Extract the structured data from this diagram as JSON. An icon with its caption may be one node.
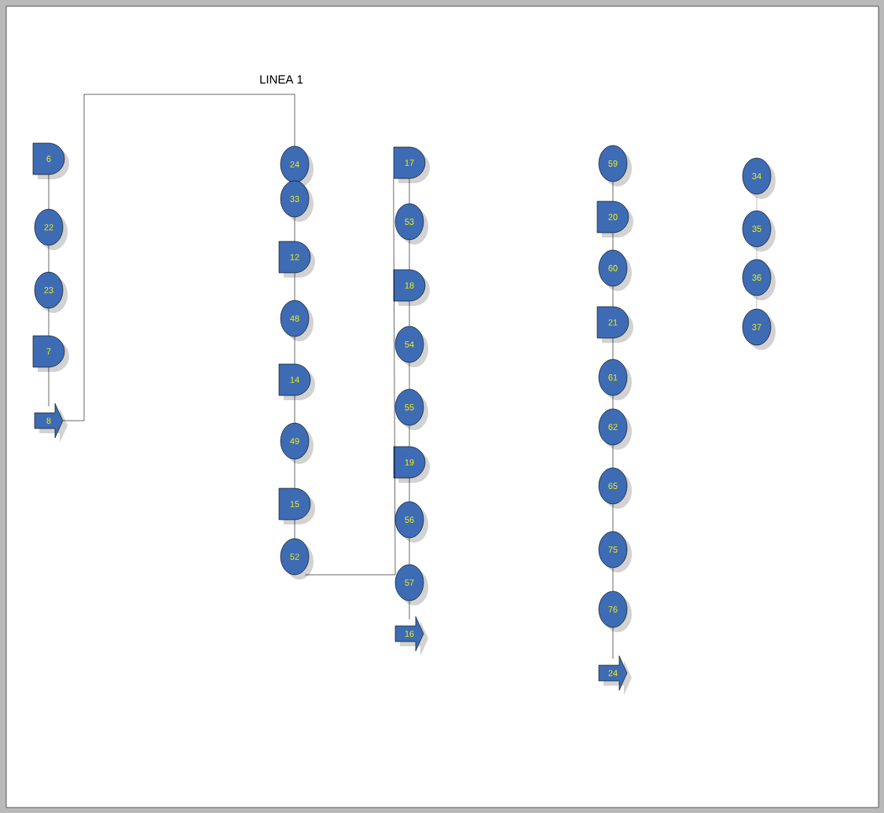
{
  "diagram": {
    "nodes": [
      {
        "text": [
          "6"
        ]
      },
      {
        "text": [
          "22"
        ]
      },
      {
        "text": [
          "23"
        ]
      },
      {
        "text": [
          "7"
        ]
      },
      {
        "text": [
          "8"
        ]
      },
      {
        "text": [
          "24"
        ]
      },
      {
        "text": [
          "33"
        ]
      },
      {
        "text": [
          "12"
        ]
      },
      {
        "text": [
          "48"
        ]
      },
      {
        "text": [
          "14"
        ]
      },
      {
        "text": [
          "49"
        ]
      },
      {
        "text": [
          "15"
        ]
      },
      {
        "text": [
          "52"
        ]
      },
      {
        "text": [
          "17"
        ]
      },
      {
        "text": [
          "53"
        ]
      },
      {
        "text": [
          "18"
        ]
      },
      {
        "text": [
          "54"
        ]
      },
      {
        "text": [
          "55"
        ]
      },
      {
        "text": [
          "19"
        ]
      },
      {
        "text": [
          "56"
        ]
      },
      {
        "text": [
          "57"
        ]
      },
      {
        "text": [
          "16"
        ]
      },
      {
        "text": [
          "59"
        ]
      },
      {
        "text": [
          "20"
        ]
      },
      {
        "text": [
          "60"
        ]
      },
      {
        "text": [
          "21"
        ]
      },
      {
        "text": [
          "61"
        ]
      },
      {
        "text": [
          "62"
        ]
      },
      {
        "text": [
          "65"
        ]
      },
      {
        "text": [
          "75"
        ]
      },
      {
        "text": [
          "76"
        ]
      },
      {
        "text": [
          "24"
        ]
      },
      {
        "text": [
          "34"
        ]
      },
      {
        "text": [
          "35"
        ]
      },
      {
        "text": [
          "36"
        ]
      },
      {
        "text": [
          "37"
        ]
      }
    ],
    "edges": [
      {
        "from": 0,
        "to": 1,
        "arrow": "none"
      },
      {
        "from": 1,
        "to": 2,
        "arrow": "none"
      },
      {
        "from": 2,
        "to": 3,
        "arrow": "none"
      },
      {
        "from": 3,
        "to": 4,
        "arrow": "none"
      },
      {
        "from": 4,
        "to": 5,
        "arrow": "none",
        "label": "LINEA 1"
      },
      {
        "from": 6,
        "to": 7,
        "arrow": "none"
      },
      {
        "from": 7,
        "to": 8,
        "arrow": "none"
      },
      {
        "from": 8,
        "to": 9,
        "arrow": "none"
      },
      {
        "from": 9,
        "to": 10,
        "arrow": "none"
      },
      {
        "from": 10,
        "to": 11,
        "arrow": "none"
      },
      {
        "from": 11,
        "to": 12,
        "arrow": "none"
      },
      {
        "from": 12,
        "to": 13,
        "arrow": "none"
      },
      {
        "from": 13,
        "to": 14,
        "arrow": "none"
      },
      {
        "from": 14,
        "to": 15,
        "arrow": "none"
      },
      {
        "from": 15,
        "to": 16,
        "arrow": "none"
      },
      {
        "from": 16,
        "to": 17,
        "arrow": "none"
      },
      {
        "from": 17,
        "to": 18,
        "arrow": "none"
      },
      {
        "from": 18,
        "to": 19,
        "arrow": "none"
      },
      {
        "from": 19,
        "to": 20,
        "arrow": "none"
      },
      {
        "from": 20,
        "to": 21,
        "arrow": "none"
      },
      {
        "from": 22,
        "to": 23,
        "arrow": "none"
      },
      {
        "from": 23,
        "to": 24,
        "arrow": "none"
      },
      {
        "from": 24,
        "to": 25,
        "arrow": "none"
      },
      {
        "from": 25,
        "to": 26,
        "arrow": "none"
      },
      {
        "from": 26,
        "to": 27,
        "arrow": "none"
      },
      {
        "from": 27,
        "to": 28,
        "arrow": "none"
      },
      {
        "from": 28,
        "to": 29,
        "arrow": "none"
      },
      {
        "from": 29,
        "to": 30,
        "arrow": "none"
      },
      {
        "from": 30,
        "to": 31,
        "arrow": "none"
      },
      {
        "from": 32,
        "to": 33,
        "arrow": "none",
        "color": "#999999"
      },
      {
        "from": 33,
        "to": 34,
        "arrow": "none",
        "color": "#999999"
      },
      {
        "from": 34,
        "to": 35,
        "arrow": "none",
        "color": "#999999"
      }
    ]
  }
}
